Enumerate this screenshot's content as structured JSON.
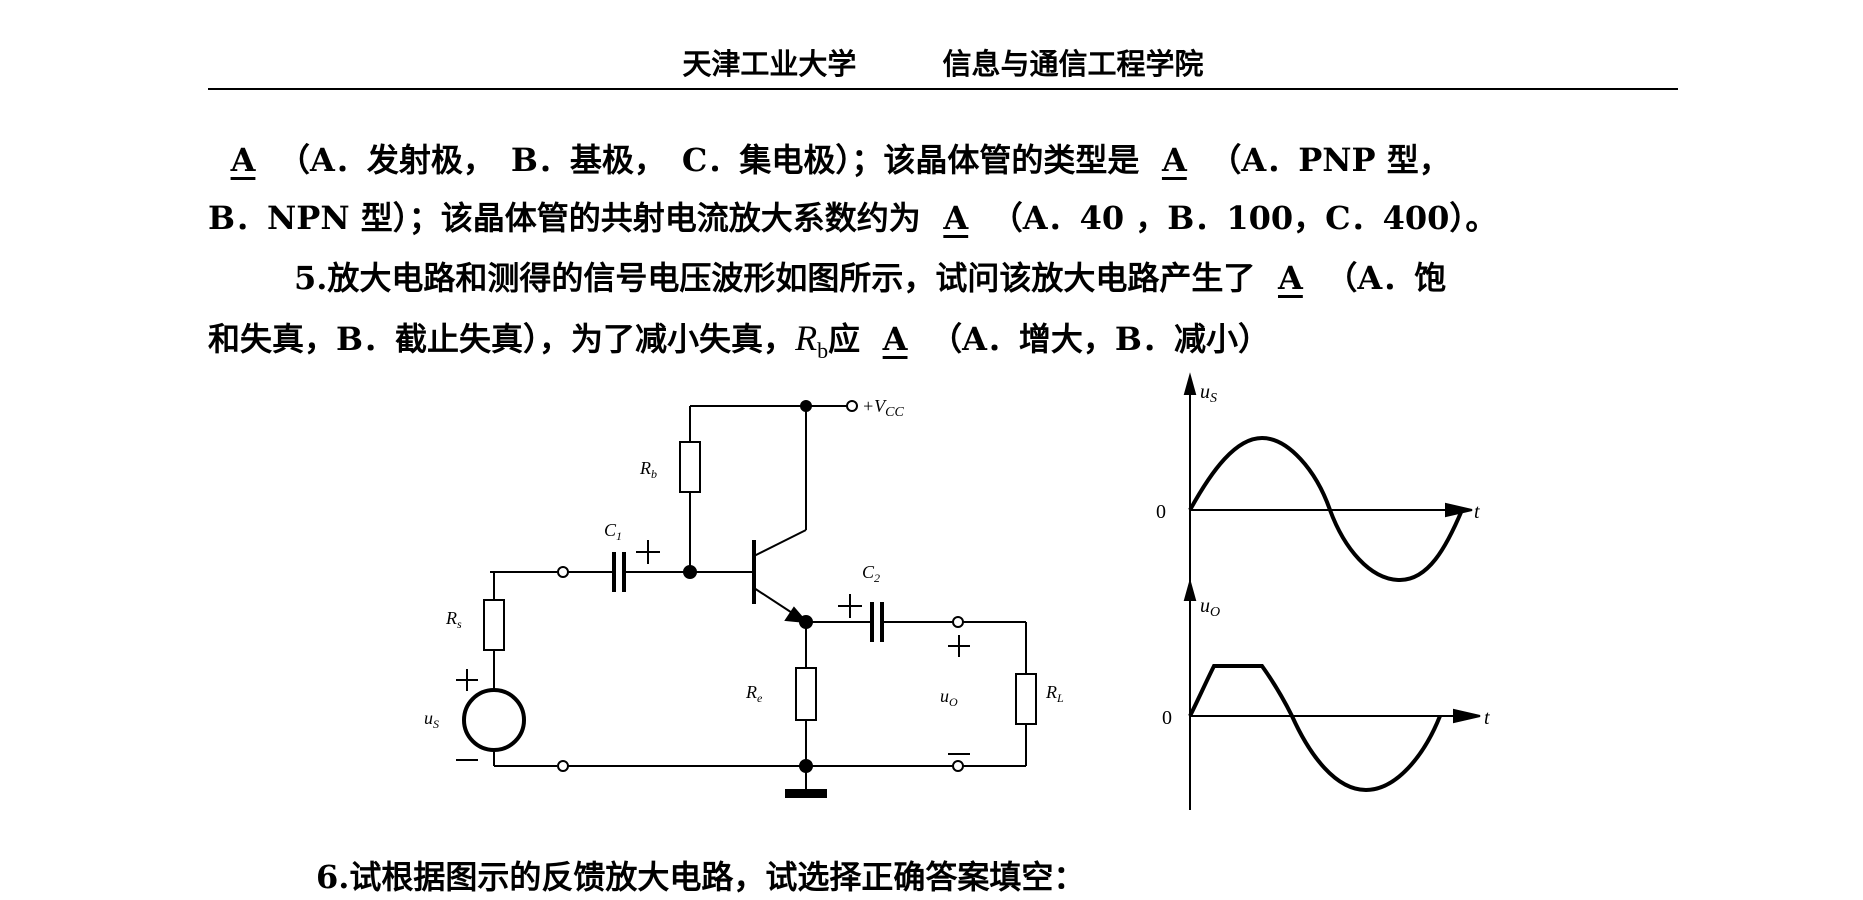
{
  "header": {
    "university": "天津工业大学",
    "college": "信息与通信工程学院"
  },
  "q4_tail": {
    "line1_blank1": "A",
    "line1_text1": "（A．发射极，　B．基极，　C．集电极）；该晶体管的类型是",
    "line1_blank2": "A",
    "line1_text2": "（A．PNP 型，",
    "line2_text1": "B．NPN 型）；该晶体管的共射电流放大系数约为",
    "line2_blank": "A",
    "line2_text2": "（A．40 ，B．100，C．400）。"
  },
  "q5": {
    "line1_text1": "5.放大电路和测得的信号电压波形如图所示，试问该放大电路产生了",
    "line1_blank": "A",
    "line1_text2": "（A．饱",
    "line2_text1": "和失真，B．截止失真），为了减小失真，",
    "rb_symbol": "R",
    "rb_sub": "b",
    "line2_text2": "应",
    "line2_blank": "A",
    "line2_text3": "（A．增大，B．减小）"
  },
  "circuit": {
    "vcc": "+V",
    "vcc_sub": "CC",
    "rb": "R",
    "rb_sub": "b",
    "c1": "C",
    "c1_sub": "1",
    "c2": "C",
    "c2_sub": "2",
    "rs": "R",
    "rs_sub": "s",
    "re": "R",
    "re_sub": "e",
    "rl": "R",
    "rl_sub": "L",
    "us": "u",
    "us_sub": "S",
    "uo": "u",
    "uo_sub": "O",
    "plus": "+",
    "minus": "−"
  },
  "waveforms": {
    "top_label": "u",
    "top_sub": "S",
    "bottom_label": "u",
    "bottom_sub": "O",
    "origin": "0",
    "time": "t"
  },
  "q6": {
    "text": "6.试根据图示的反馈放大电路，试选择正确答案填空："
  }
}
